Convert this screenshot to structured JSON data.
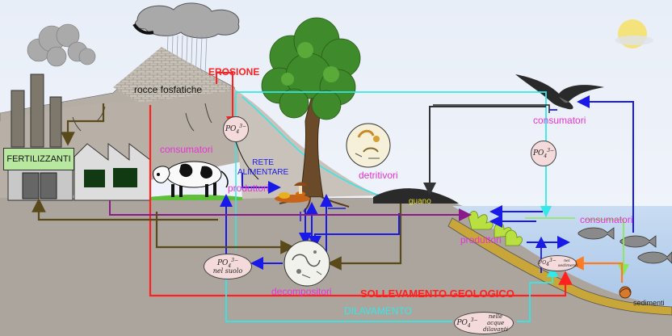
{
  "labels": {
    "erosione": "EROSIONE",
    "rocce": "rocce fosfatiche",
    "fertilizzanti": "FERTILIZZANTI",
    "consumatori_land": "consumatori",
    "rete_line1": "RETE",
    "rete_line2": "ALIMENTARE",
    "produttori_land": "produttori",
    "detritivori": "detritivori",
    "guano": "guano",
    "consumatori_bird": "consumatori",
    "consumatori_fish": "consumatori",
    "produttori_sea": "produttori",
    "decompositori": "decompositori",
    "sollevamento": "SOLLEVAMENTO GEOLOGICO",
    "dilavamento": "DILAVAMENTO",
    "sedimenti": "sedimenti"
  },
  "phosphates": {
    "formula_base": "PO",
    "formula_sub": "4",
    "formula_sup": "3−",
    "soil_loc": "nel suolo",
    "sediment_loc": "nei sedimenti",
    "water_loc": "nelle acque dilavanti"
  },
  "icons": [
    "factory-icon",
    "cow-icon",
    "tree-icon",
    "bird-icon",
    "fish-icon",
    "cloud-icon",
    "sun-icon",
    "mushroom-icon"
  ],
  "colors": {
    "erosion_arrow": "#ff2020",
    "uplift_arrow": "#ff2020",
    "runoff_arrow": "#33e8e8",
    "food_web_arrow": "#1a1ae8",
    "fertilizer_arrow": "#5a4a1a",
    "guano_arrow": "#333333",
    "purple_arrow": "#8a1a8a",
    "label_pink": "#e633d6"
  }
}
